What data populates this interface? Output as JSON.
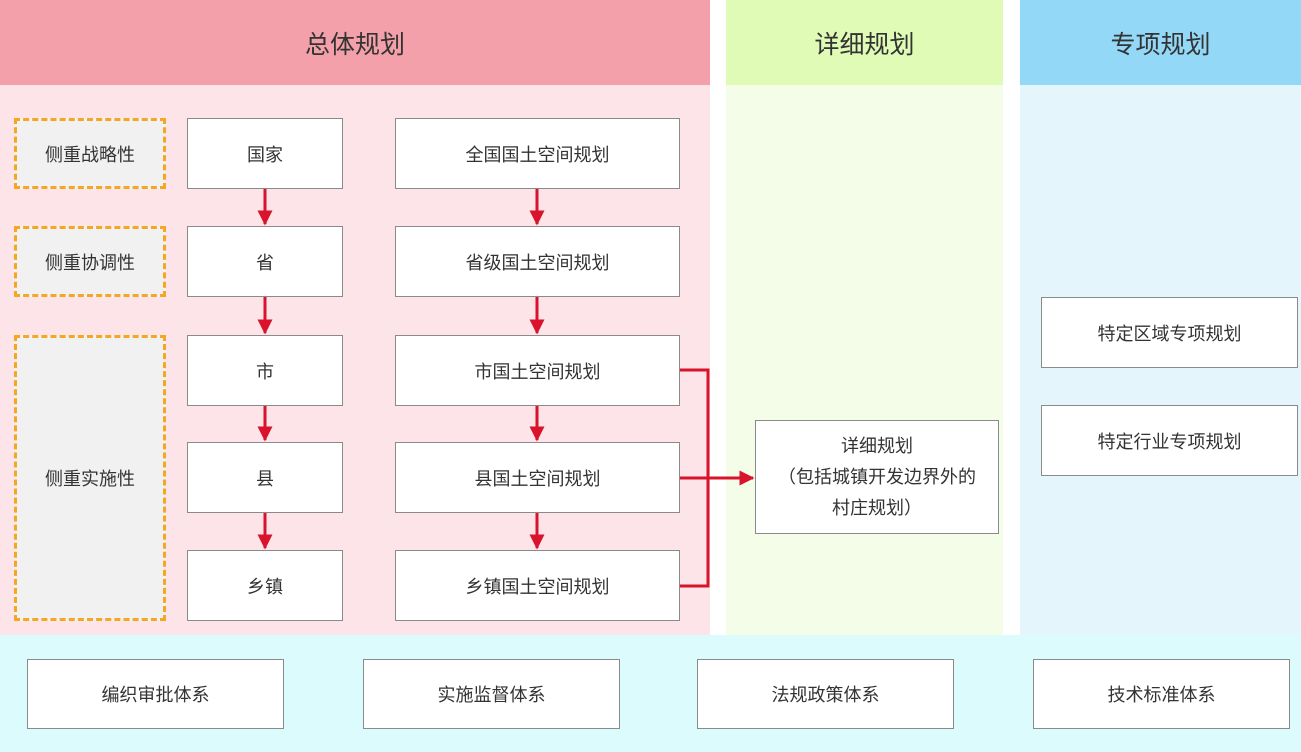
{
  "columns": {
    "overall": {
      "title": "总体规划"
    },
    "detailed": {
      "title": "详细规划"
    },
    "special": {
      "title": "专项规划"
    }
  },
  "emphasis": [
    "侧重战略性",
    "侧重协调性",
    "侧重实施性"
  ],
  "levels": [
    "国家",
    "省",
    "市",
    "县",
    "乡镇"
  ],
  "plans": [
    "全国国土空间规划",
    "省级国土空间规划",
    "市国土空间规划",
    "县国土空间规划",
    "乡镇国土空间规划"
  ],
  "detailed_box": {
    "line1": "详细规划",
    "line2": "（包括城镇开发边界外的",
    "line3": "村庄规划）"
  },
  "special_boxes": [
    "特定区域专项规划",
    "特定行业专项规划"
  ],
  "systems": [
    "编织审批体系",
    "实施监督体系",
    "法规政策体系",
    "技术标准体系"
  ],
  "colors": {
    "overall_header": "#f4a0aa",
    "overall_body": "#fce4e8",
    "detailed_header": "#e0fbb6",
    "detailed_body": "#f4fde8",
    "special_header": "#93d8f6",
    "special_body": "#e5f5fc",
    "bottom_band": "#dcfbfc",
    "arrow": "#d9132b",
    "dashed_border": "#f5a623"
  }
}
